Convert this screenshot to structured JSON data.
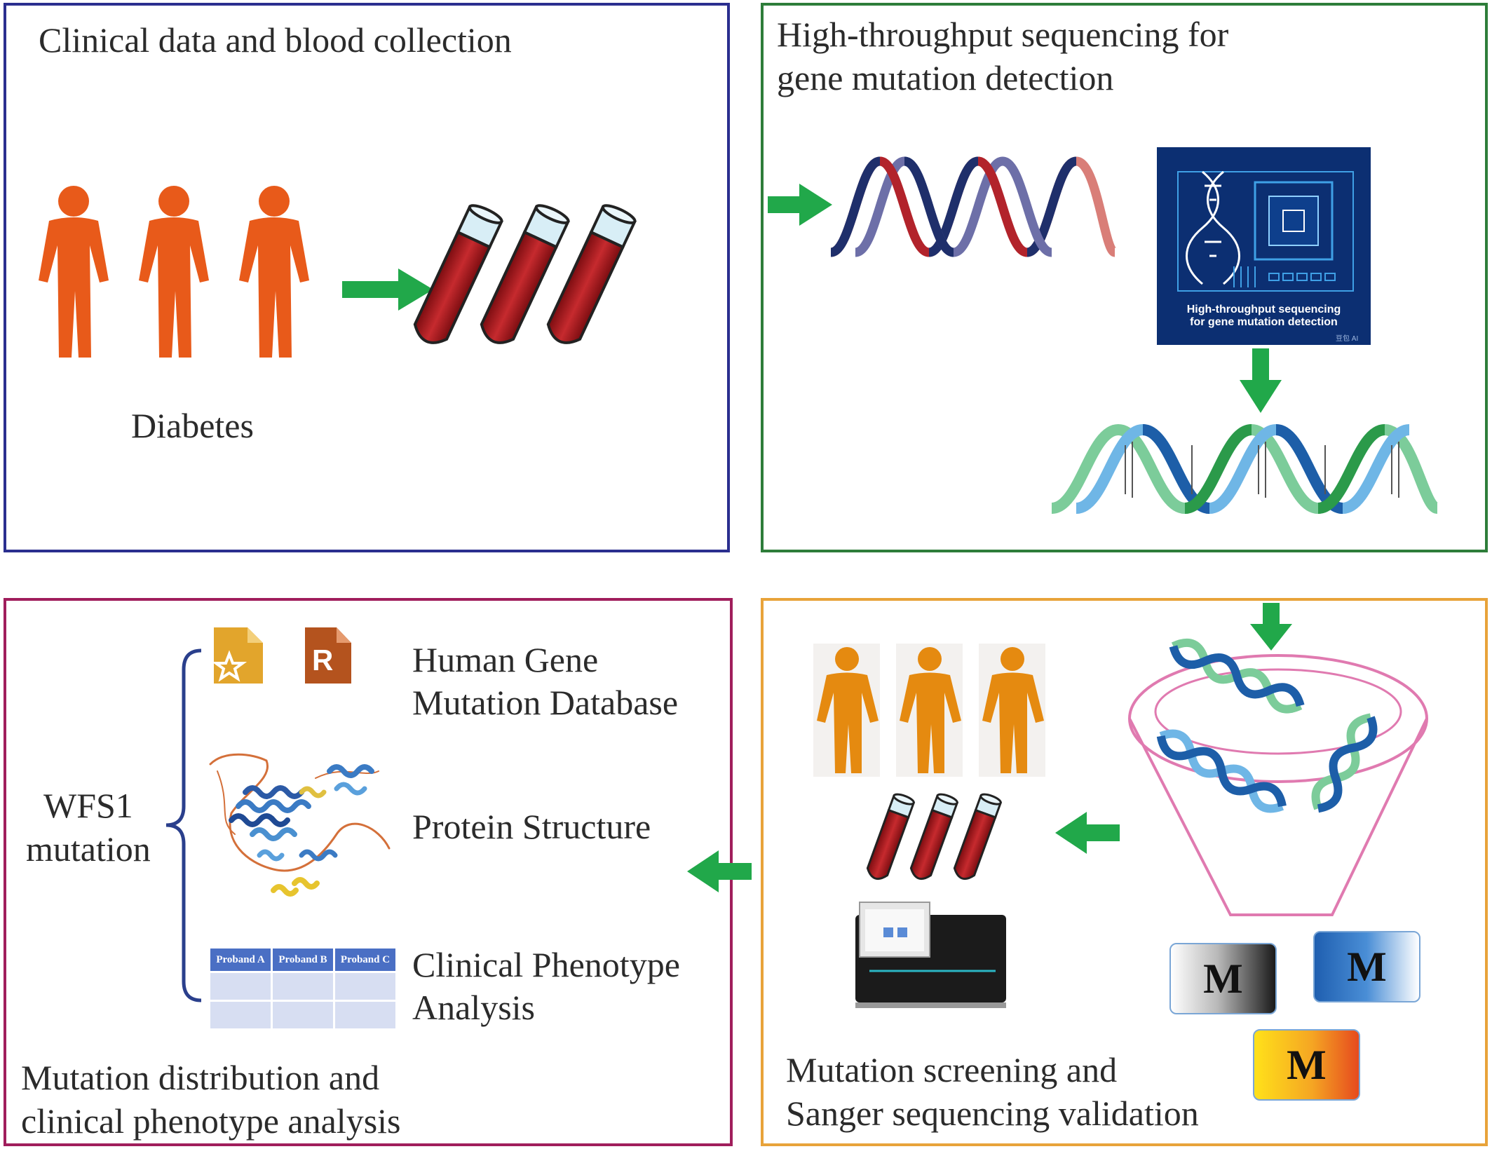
{
  "panels": {
    "clinical": {
      "title": "Clinical data and blood collection",
      "group_label": "Diabetes",
      "border_color": "#2b2f8f"
    },
    "sequencing": {
      "title_line1": "High-throughput sequencing for",
      "title_line2": "gene mutation detection",
      "chip_caption_line1": "High-throughput sequencing",
      "chip_caption_line2": "for gene mutation detection",
      "chip_signature": "豆包 AI",
      "border_color": "#2e7d3a"
    },
    "analysis": {
      "gene_line1": "WFS1",
      "gene_line2": "mutation",
      "hgmd_line1": "Human Gene",
      "hgmd_line2": "Mutation Database",
      "protein_label": "Protein Structure",
      "phenotype_line1": "Clinical Phenotype",
      "phenotype_line2": "Analysis",
      "table_headers": [
        "Proband A",
        "Proband B",
        "Proband C"
      ],
      "file_icon_letter": "R",
      "title_line1": "Mutation distribution and",
      "title_line2": "clinical phenotype analysis",
      "border_color": "#a01e5c"
    },
    "screening": {
      "title_line1": "Mutation screening and",
      "title_line2": "Sanger sequencing validation",
      "m_labels": [
        "M",
        "M",
        "M"
      ],
      "border_color": "#e8a33a"
    }
  },
  "colors": {
    "arrow": "#21a84a",
    "person_orange": "#e85a1a",
    "person_amber": "#e58a10",
    "blood": "#b01e24"
  },
  "icons": [
    "person-icon",
    "blood-tube-icon",
    "dna-helix-icon",
    "sequencing-chip-icon",
    "star-file-icon",
    "r-file-icon",
    "protein-structure-icon",
    "sequencer-machine-icon",
    "funnel-icon",
    "brace-icon",
    "arrow-icon"
  ]
}
